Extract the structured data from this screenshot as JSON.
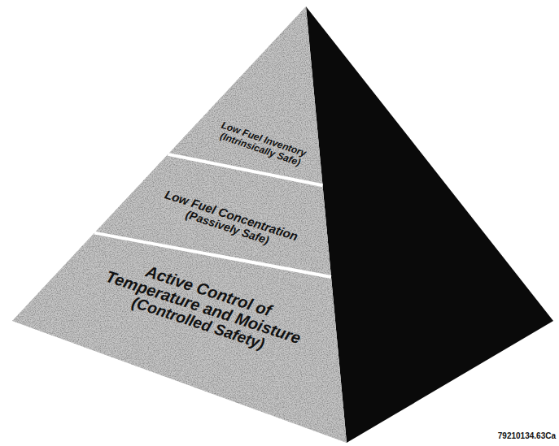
{
  "diagram": {
    "nodes": [
      {
        "text": [
          "Low Fuel Inventory",
          "(Intrinsically Safe)"
        ]
      },
      {
        "text": [
          "Low Fuel Concentration",
          "(Passively Safe)"
        ]
      },
      {
        "text": [
          "Active Control of Temperature and Moisture",
          "(Controlled Safety)"
        ]
      }
    ],
    "labels": [
      "79210134.63Ca"
    ]
  }
}
